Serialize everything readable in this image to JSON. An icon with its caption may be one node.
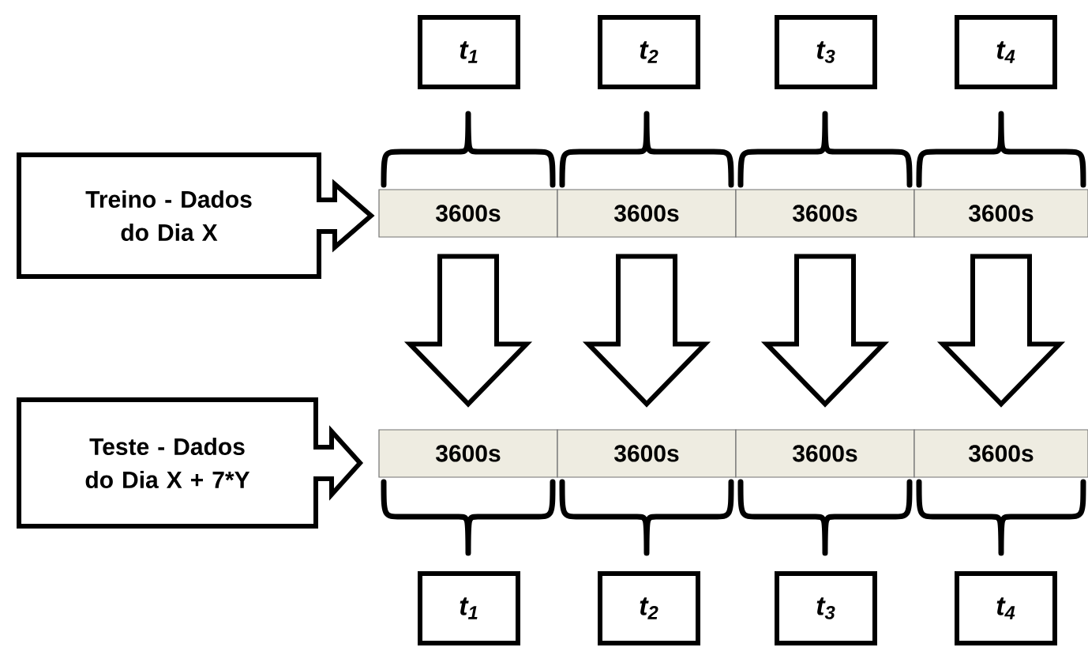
{
  "diagram": {
    "nodes": [
      {
        "text": [
          "Treino - Dados do Dia X"
        ]
      },
      {
        "text": [
          "3600s"
        ]
      },
      {
        "text": [
          "3600s"
        ]
      },
      {
        "text": [
          "3600s"
        ]
      },
      {
        "text": [
          "3600s"
        ]
      },
      {
        "text": [
          "t$_{1}$"
        ]
      },
      {
        "text": [
          "t$_{2}$"
        ]
      },
      {
        "text": [
          "t$_{3}$"
        ]
      },
      {
        "text": [
          "t$_{4}$"
        ]
      },
      {
        "text": [
          "Teste - Dados do Dia X + 7*Y"
        ]
      },
      {
        "text": [
          "3600s"
        ]
      },
      {
        "text": [
          "3600s"
        ]
      },
      {
        "text": [
          "3600s"
        ]
      },
      {
        "text": [
          "3600s"
        ]
      },
      {
        "text": [
          "t$_{1}$"
        ]
      },
      {
        "text": [
          "t$_{2}$"
        ]
      },
      {
        "text": [
          "t$_{3}$"
        ]
      },
      {
        "text": [
          "t$_{4}$"
        ]
      }
    ],
    "edges": [
      {
        "from": 1,
        "to": 10,
        "arrow": "to"
      },
      {
        "from": 2,
        "to": 11,
        "arrow": "to"
      },
      {
        "from": 3,
        "to": 12,
        "arrow": "to"
      },
      {
        "from": 4,
        "to": 13,
        "arrow": "to"
      }
    ]
  }
}
